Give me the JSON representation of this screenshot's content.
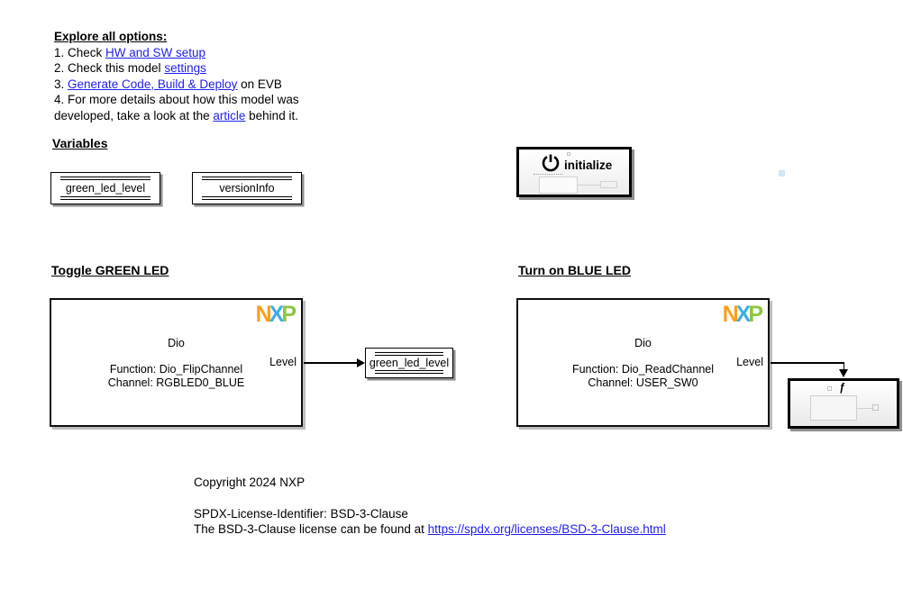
{
  "annotation": {
    "title": "Explore all options:",
    "item1": {
      "pre": "1. Check ",
      "link": "HW and SW setup"
    },
    "item2": {
      "pre": "2. Check this model ",
      "link": "settings"
    },
    "item3": {
      "pre": "3. ",
      "link": "Generate Code, Build & Deploy",
      "post": " on EVB"
    },
    "item4": "4. For more details about how this model was",
    "item5": {
      "pre": "developed, take a look at the ",
      "link": "article",
      "post": " behind it."
    }
  },
  "variables": {
    "heading": "Variables",
    "stores": [
      {
        "label": "green_led_level"
      },
      {
        "label": "versionInfo"
      }
    ]
  },
  "initialize": {
    "label": "initialize"
  },
  "sections": {
    "toggle_green": {
      "heading": "Toggle GREEN LED",
      "dio": {
        "logo_n": "N",
        "logo_x": "X",
        "logo_p": "P",
        "title": "Dio",
        "function_line": "Function: Dio_FlipChannel",
        "channel_line": "Channel: RGBLED0_BLUE",
        "port": "Level"
      },
      "store_label": "green_led_level"
    },
    "turn_blue": {
      "heading": "Turn on BLUE LED",
      "dio": {
        "logo_n": "N",
        "logo_x": "X",
        "logo_p": "P",
        "title": "Dio",
        "function_line": "Function: Dio_ReadChannel",
        "channel_line": "Channel: USER_SW0",
        "port": "Level"
      }
    }
  },
  "footer": {
    "copyright": "Copyright 2024 NXP",
    "spdx": "SPDX-License-Identifier: BSD-3-Clause",
    "license": {
      "pre": "The BSD-3-Clause license can be found at ",
      "link": "https://spdx.org/licenses/BSD-3-Clause.html"
    }
  },
  "colors": {
    "link_blue": "#1F1FEE",
    "nxp_orange": "#F9A01B",
    "nxp_blue": "#3DAEE3",
    "nxp_green": "#8CC540",
    "badge_blue": "#CFE7F9"
  }
}
